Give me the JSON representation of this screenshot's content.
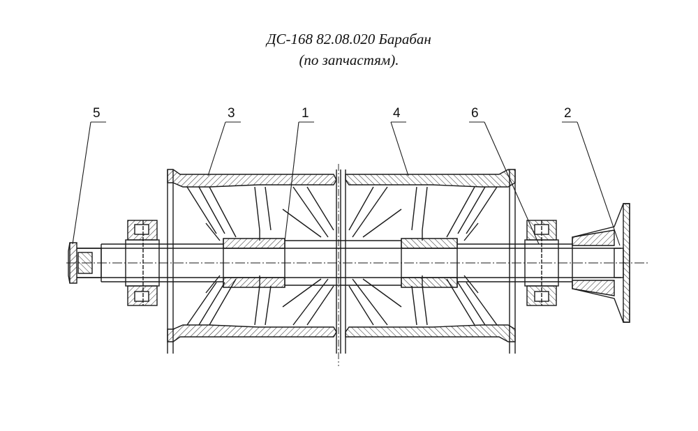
{
  "title": {
    "line1": "ДС-168 82.08.020 Барабан",
    "line2": "(по запчастям)."
  },
  "callouts": [
    "1",
    "2",
    "3",
    "4",
    "5",
    "6"
  ],
  "colors": {
    "ink": "#1a1a1a",
    "paper": "#ffffff"
  }
}
